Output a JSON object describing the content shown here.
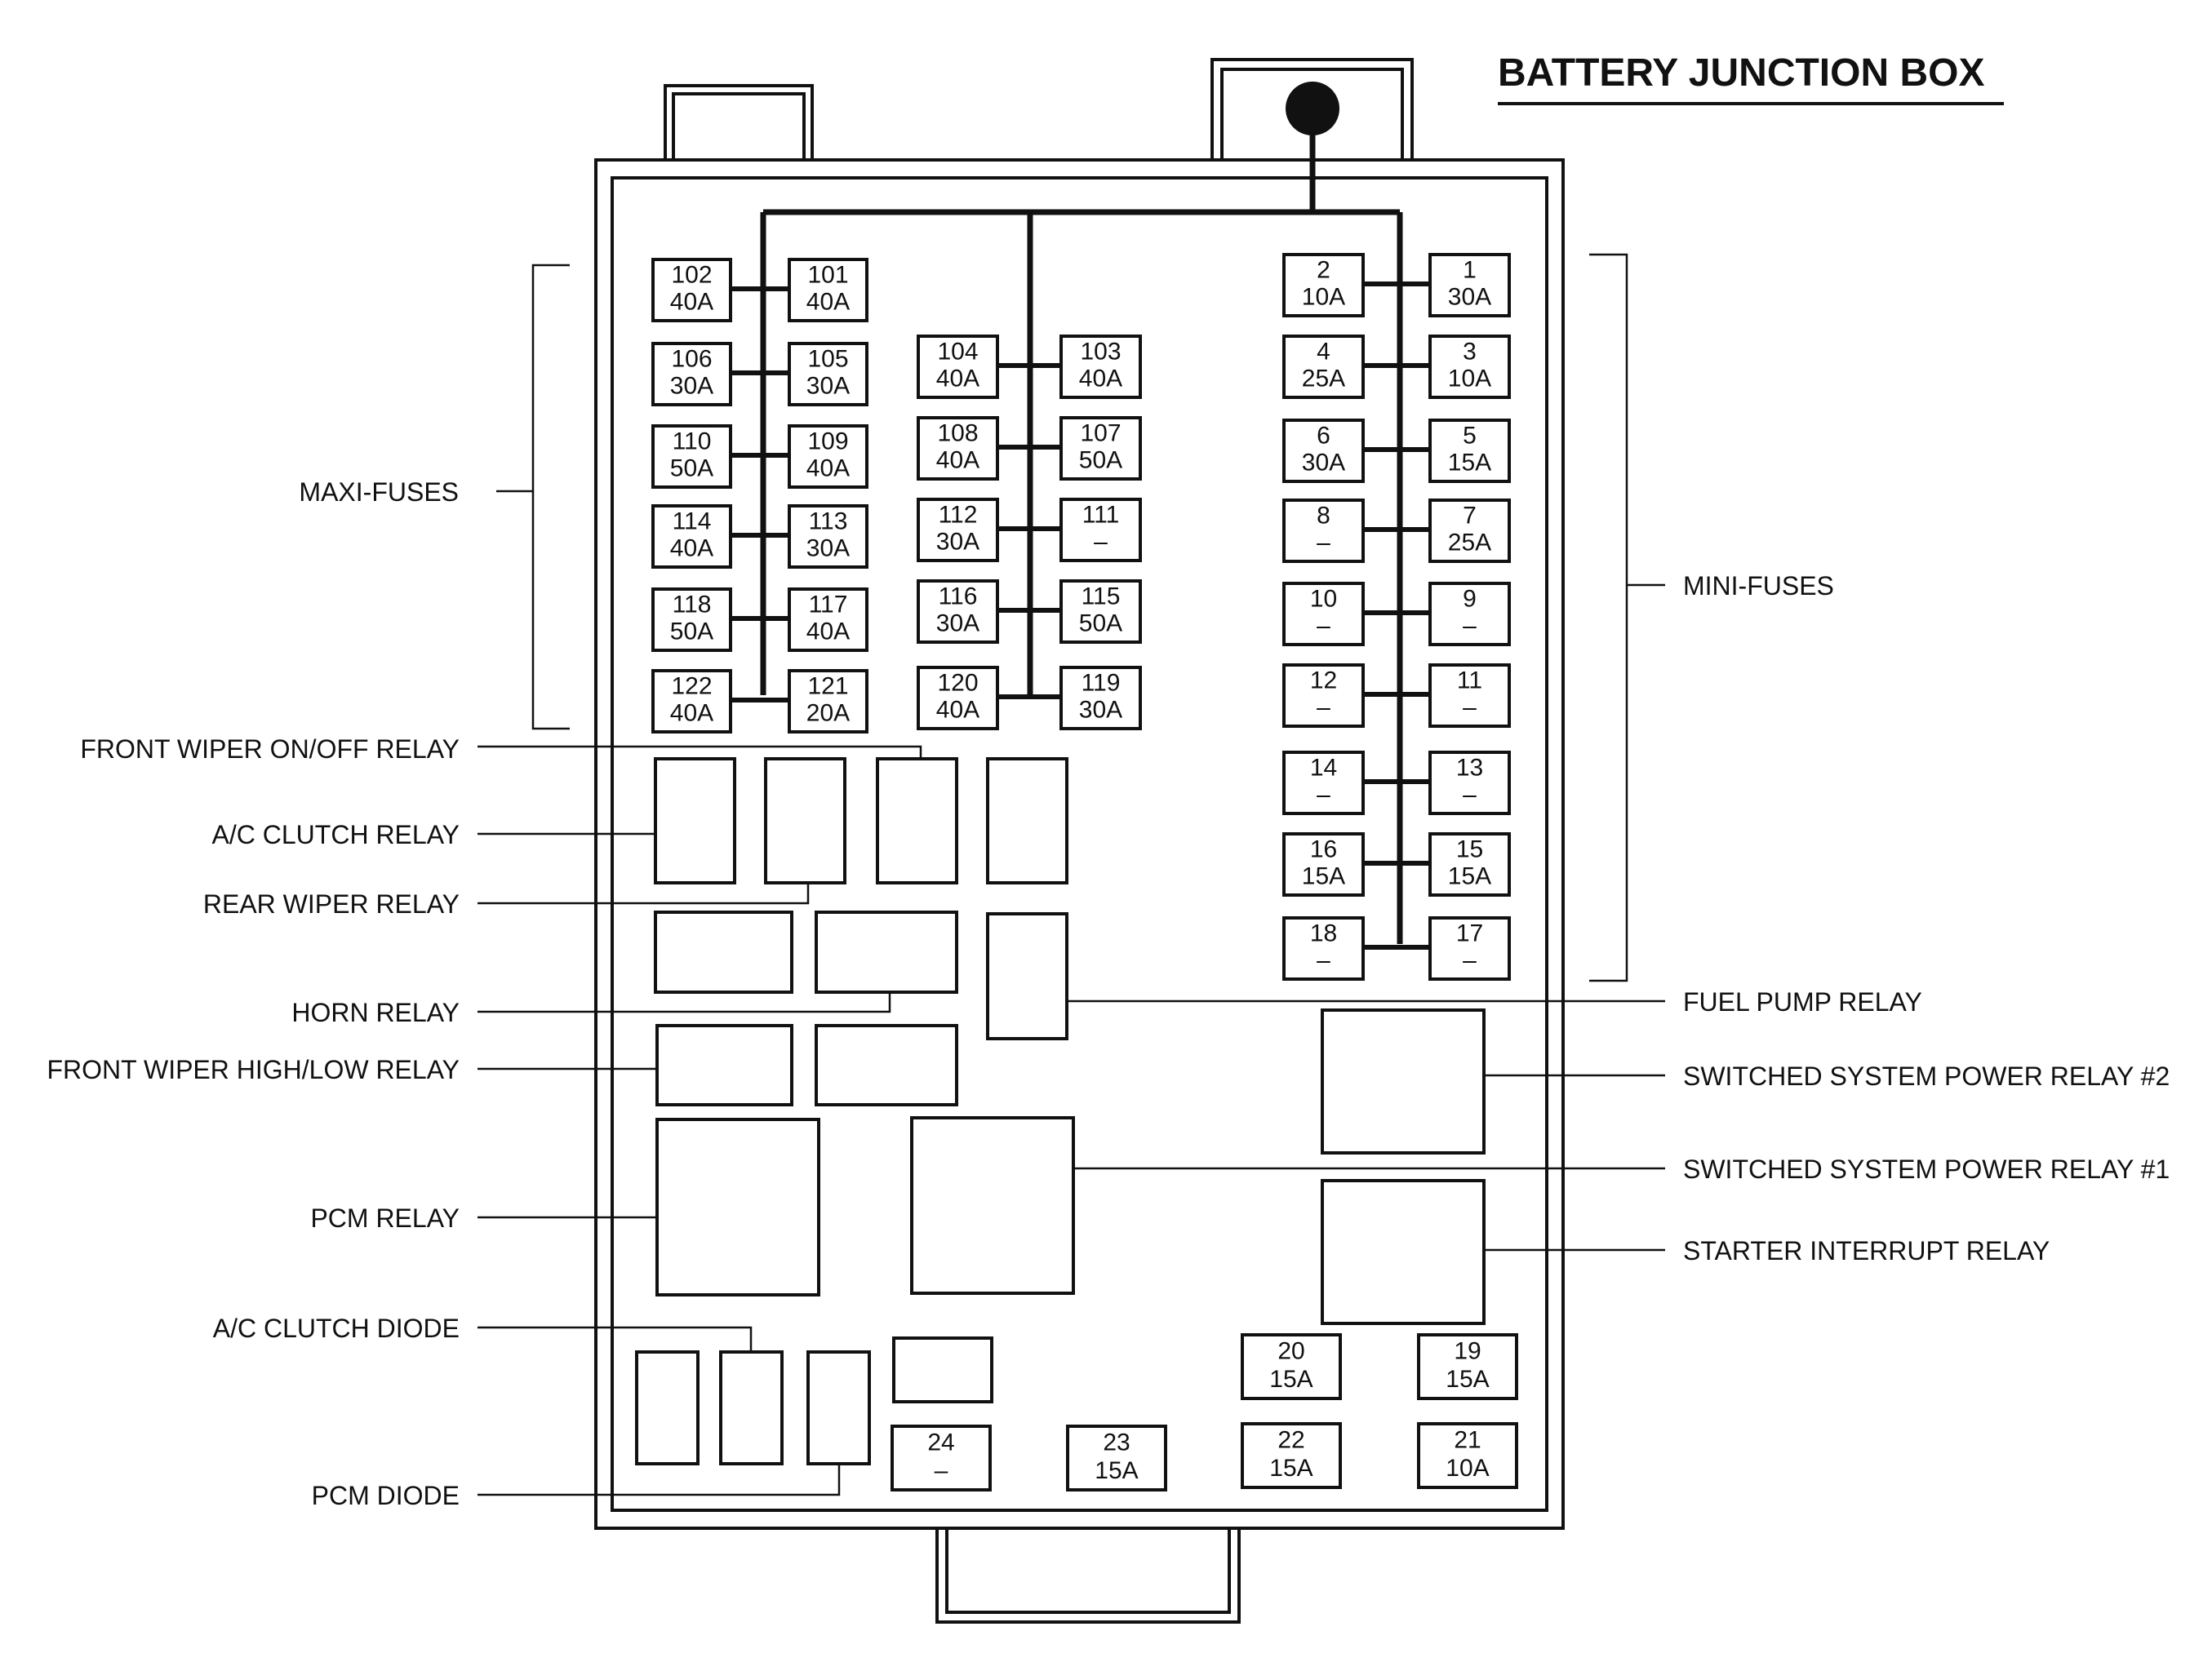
{
  "title": "BATTERY JUNCTION BOX",
  "group_labels": {
    "maxi": "MAXI-FUSES",
    "mini": "MINI-FUSES"
  },
  "component_labels": {
    "front_wiper_onoff": "FRONT WIPER ON/OFF RELAY",
    "ac_clutch_relay": "A/C CLUTCH RELAY",
    "rear_wiper": "REAR WIPER RELAY",
    "horn": "HORN RELAY",
    "front_wiper_highlow": "FRONT WIPER HIGH/LOW RELAY",
    "pcm_relay": "PCM RELAY",
    "ac_clutch_diode": "A/C CLUTCH DIODE",
    "pcm_diode": "PCM DIODE",
    "fuel_pump": "FUEL PUMP RELAY",
    "ssp2": "SWITCHED SYSTEM POWER RELAY #2",
    "ssp1": "SWITCHED SYSTEM POWER RELAY #1",
    "starter_interrupt": "STARTER INTERRUPT RELAY"
  },
  "maxi_fuses": {
    "col_a": [
      {
        "num": "102",
        "amp": "40A"
      },
      {
        "num": "106",
        "amp": "30A"
      },
      {
        "num": "110",
        "amp": "50A"
      },
      {
        "num": "114",
        "amp": "40A"
      },
      {
        "num": "118",
        "amp": "50A"
      },
      {
        "num": "122",
        "amp": "40A"
      }
    ],
    "col_b": [
      {
        "num": "101",
        "amp": "40A"
      },
      {
        "num": "105",
        "amp": "30A"
      },
      {
        "num": "109",
        "amp": "40A"
      },
      {
        "num": "113",
        "amp": "30A"
      },
      {
        "num": "117",
        "amp": "40A"
      },
      {
        "num": "121",
        "amp": "20A"
      }
    ],
    "col_c": [
      {
        "num": "104",
        "amp": "40A"
      },
      {
        "num": "108",
        "amp": "40A"
      },
      {
        "num": "112",
        "amp": "30A"
      },
      {
        "num": "116",
        "amp": "30A"
      },
      {
        "num": "120",
        "amp": "40A"
      }
    ],
    "col_d": [
      {
        "num": "103",
        "amp": "40A"
      },
      {
        "num": "107",
        "amp": "50A"
      },
      {
        "num": "111",
        "amp": "–"
      },
      {
        "num": "115",
        "amp": "50A"
      },
      {
        "num": "119",
        "amp": "30A"
      }
    ]
  },
  "mini_fuses": {
    "col_left": [
      {
        "num": "2",
        "amp": "10A"
      },
      {
        "num": "4",
        "amp": "25A"
      },
      {
        "num": "6",
        "amp": "30A"
      },
      {
        "num": "8",
        "amp": "–"
      },
      {
        "num": "10",
        "amp": "–"
      },
      {
        "num": "12",
        "amp": "–"
      },
      {
        "num": "14",
        "amp": "–"
      },
      {
        "num": "16",
        "amp": "15A"
      },
      {
        "num": "18",
        "amp": "–"
      }
    ],
    "col_right": [
      {
        "num": "1",
        "amp": "30A"
      },
      {
        "num": "3",
        "amp": "10A"
      },
      {
        "num": "5",
        "amp": "15A"
      },
      {
        "num": "7",
        "amp": "25A"
      },
      {
        "num": "9",
        "amp": "–"
      },
      {
        "num": "11",
        "amp": "–"
      },
      {
        "num": "13",
        "amp": "–"
      },
      {
        "num": "15",
        "amp": "15A"
      },
      {
        "num": "17",
        "amp": "–"
      }
    ]
  },
  "bottom_fuses": [
    {
      "num": "20",
      "amp": "15A"
    },
    {
      "num": "19",
      "amp": "15A"
    },
    {
      "num": "24",
      "amp": "–"
    },
    {
      "num": "23",
      "amp": "15A"
    },
    {
      "num": "22",
      "amp": "15A"
    },
    {
      "num": "21",
      "amp": "10A"
    }
  ],
  "colors": {
    "ink": "#111111",
    "background": "#ffffff"
  }
}
